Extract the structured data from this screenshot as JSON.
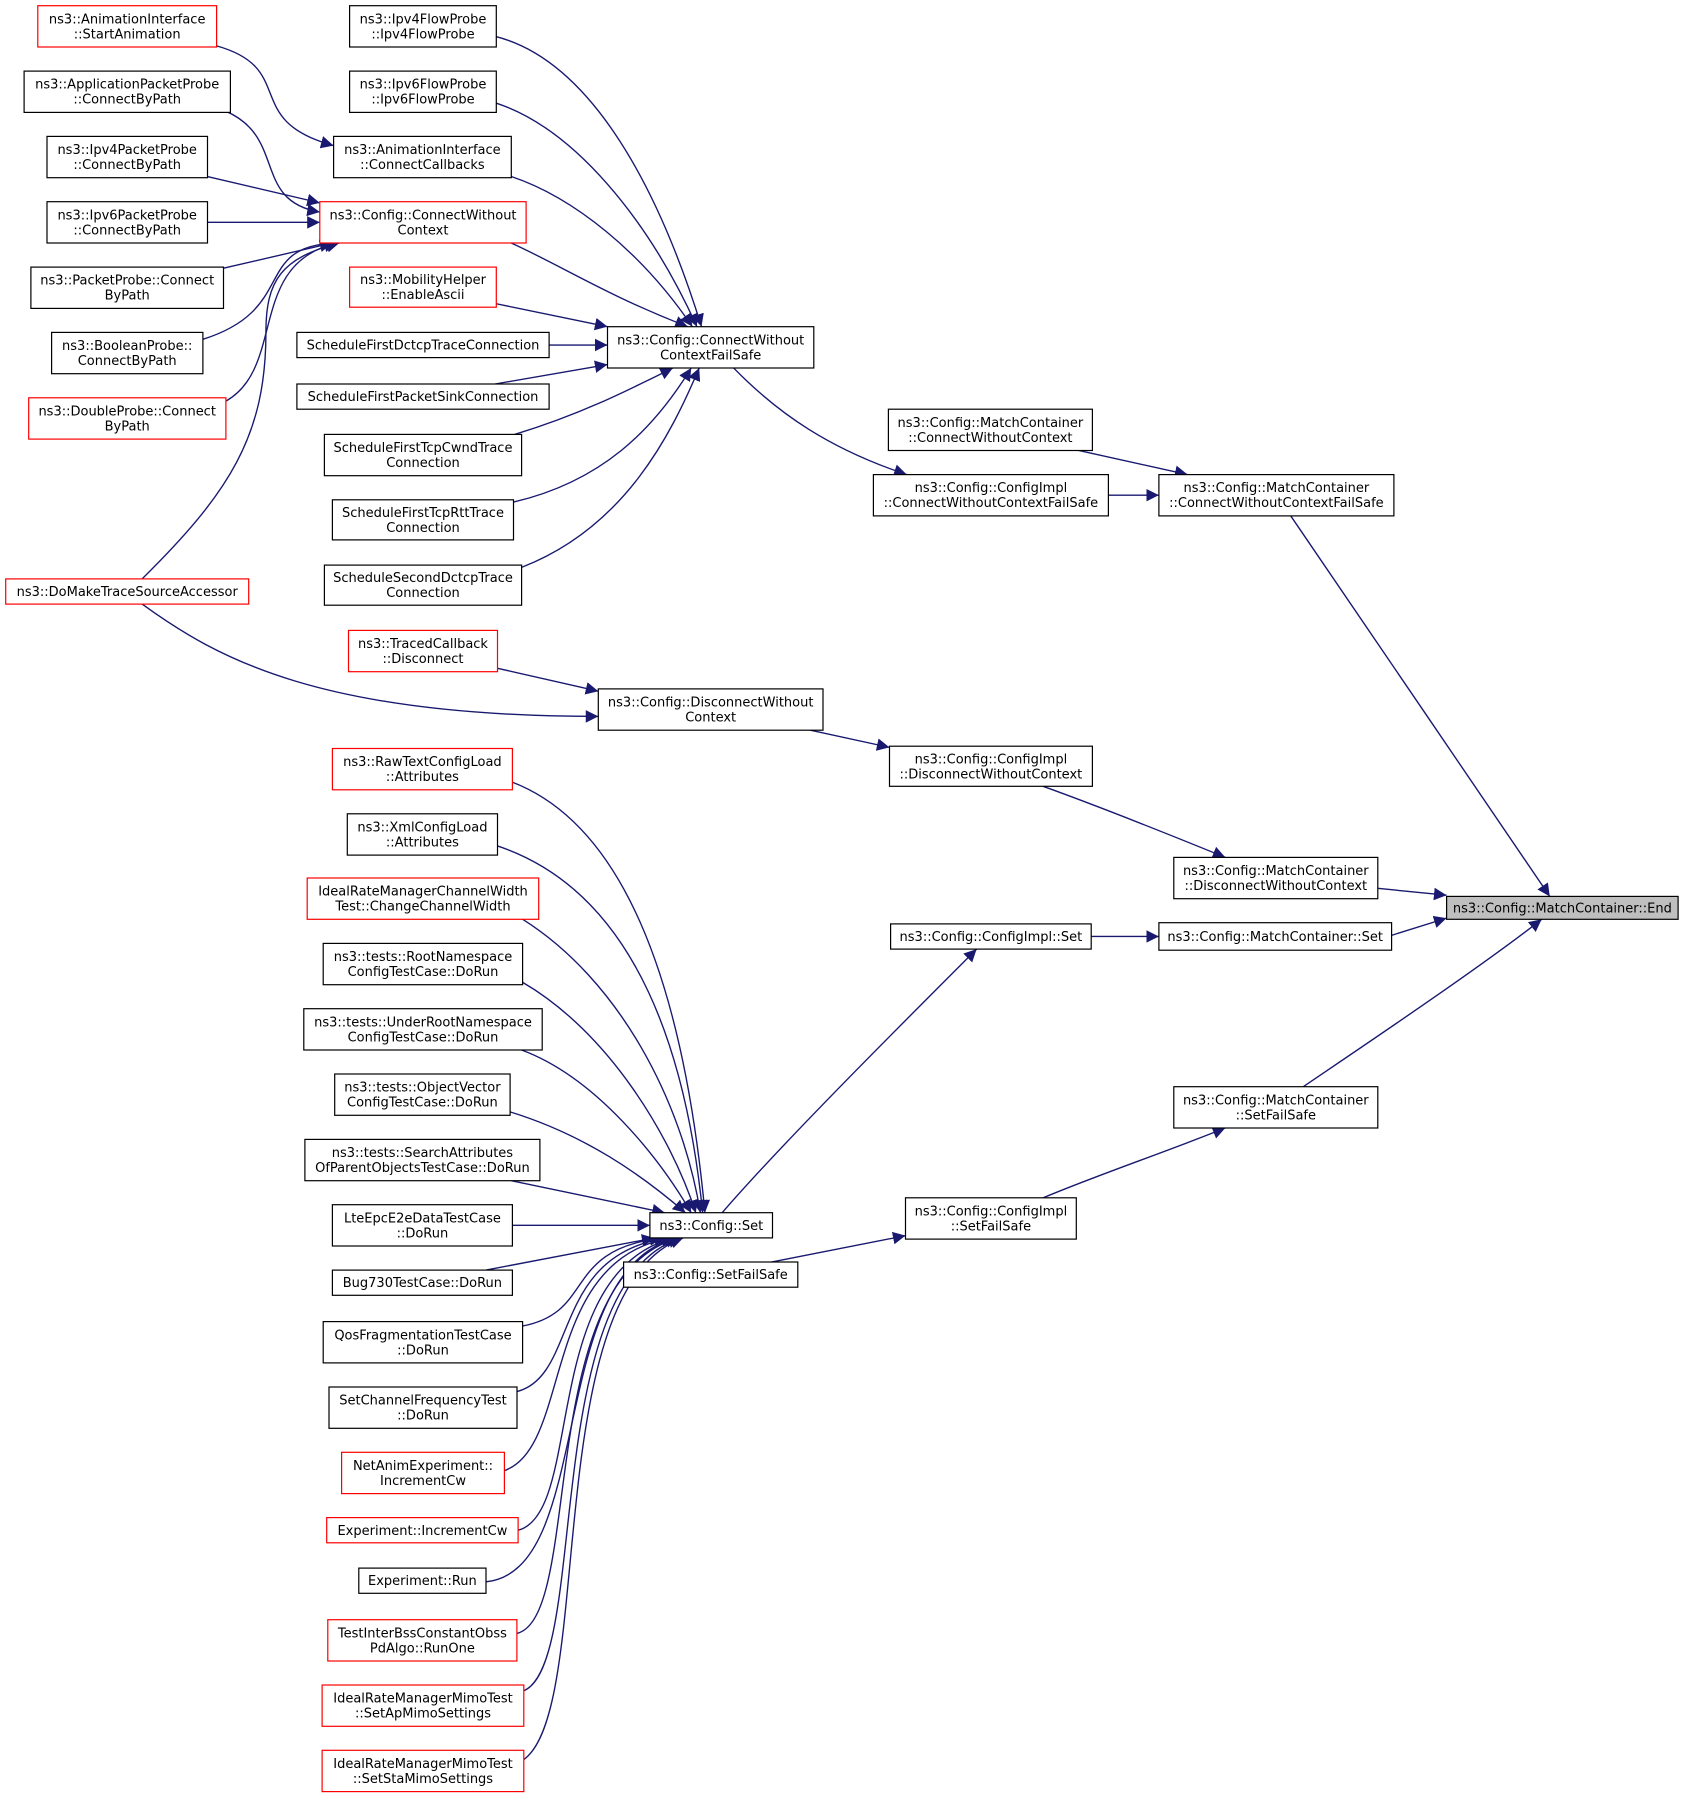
{
  "colors": {
    "edge": "#191970",
    "node_border": "#000000",
    "node_border_link": "#ff0000",
    "node_fill": "#ffffff",
    "focus_fill": "#bfbfbf"
  },
  "nodes": {
    "end": {
      "lines": [
        "ns3::Config::MatchContainer::End"
      ],
      "style": "focus"
    },
    "mc_cwcfs": {
      "lines": [
        "ns3::Config::MatchContainer",
        "::ConnectWithoutContextFailSafe"
      ],
      "style": "black"
    },
    "mc_dwc": {
      "lines": [
        "ns3::Config::MatchContainer",
        "::DisconnectWithoutContext"
      ],
      "style": "black"
    },
    "mc_set": {
      "lines": [
        "ns3::Config::MatchContainer::Set"
      ],
      "style": "black"
    },
    "mc_sfs": {
      "lines": [
        "ns3::Config::MatchContainer",
        "::SetFailSafe"
      ],
      "style": "black"
    },
    "mc_cwc": {
      "lines": [
        "ns3::Config::MatchContainer",
        "::ConnectWithoutContext"
      ],
      "style": "black"
    },
    "ci_cwcfs": {
      "lines": [
        "ns3::Config::ConfigImpl",
        "::ConnectWithoutContextFailSafe"
      ],
      "style": "black"
    },
    "ci_dwc": {
      "lines": [
        "ns3::Config::ConfigImpl",
        "::DisconnectWithoutContext"
      ],
      "style": "black"
    },
    "ci_set": {
      "lines": [
        "ns3::Config::ConfigImpl::Set"
      ],
      "style": "black"
    },
    "ci_sfs": {
      "lines": [
        "ns3::Config::ConfigImpl",
        "::SetFailSafe"
      ],
      "style": "black"
    },
    "cfg_cwcfs": {
      "lines": [
        "ns3::Config::ConnectWithout",
        "ContextFailSafe"
      ],
      "style": "black"
    },
    "cfg_dwc": {
      "lines": [
        "ns3::Config::DisconnectWithout",
        "Context"
      ],
      "style": "black"
    },
    "cfg_set": {
      "lines": [
        "ns3::Config::Set"
      ],
      "style": "black"
    },
    "cfg_sfs": {
      "lines": [
        "ns3::Config::SetFailSafe"
      ],
      "style": "black"
    },
    "cfg_cwc": {
      "lines": [
        "ns3::Config::ConnectWithout",
        "Context"
      ],
      "style": "red"
    },
    "ipv4flow": {
      "lines": [
        "ns3::Ipv4FlowProbe",
        "::Ipv4FlowProbe"
      ],
      "style": "black"
    },
    "ipv6flow": {
      "lines": [
        "ns3::Ipv6FlowProbe",
        "::Ipv6FlowProbe"
      ],
      "style": "black"
    },
    "anim_cc": {
      "lines": [
        "ns3::AnimationInterface",
        "::ConnectCallbacks"
      ],
      "style": "black"
    },
    "mob_ascii": {
      "lines": [
        "ns3::MobilityHelper",
        "::EnableAscii"
      ],
      "style": "red"
    },
    "sf_dctcp": {
      "lines": [
        "ScheduleFirstDctcpTraceConnection"
      ],
      "style": "black"
    },
    "sf_sink": {
      "lines": [
        "ScheduleFirstPacketSinkConnection"
      ],
      "style": "black"
    },
    "sf_cwnd": {
      "lines": [
        "ScheduleFirstTcpCwndTrace",
        "Connection"
      ],
      "style": "black"
    },
    "sf_rtt": {
      "lines": [
        "ScheduleFirstTcpRttTrace",
        "Connection"
      ],
      "style": "black"
    },
    "ss_dctcp": {
      "lines": [
        "ScheduleSecondDctcpTrace",
        "Connection"
      ],
      "style": "black"
    },
    "anim_start": {
      "lines": [
        "ns3::AnimationInterface",
        "::StartAnimation"
      ],
      "style": "red"
    },
    "app_probe": {
      "lines": [
        "ns3::ApplicationPacketProbe",
        "::ConnectByPath"
      ],
      "style": "black"
    },
    "ipv4_probe": {
      "lines": [
        "ns3::Ipv4PacketProbe",
        "::ConnectByPath"
      ],
      "style": "black"
    },
    "ipv6_probe": {
      "lines": [
        "ns3::Ipv6PacketProbe",
        "::ConnectByPath"
      ],
      "style": "black"
    },
    "pkt_probe": {
      "lines": [
        "ns3::PacketProbe::Connect",
        "ByPath"
      ],
      "style": "black"
    },
    "bool_probe": {
      "lines": [
        "ns3::BooleanProbe::",
        "ConnectByPath"
      ],
      "style": "black"
    },
    "dbl_probe": {
      "lines": [
        "ns3::DoubleProbe::Connect",
        "ByPath"
      ],
      "style": "red"
    },
    "domake": {
      "lines": [
        "ns3::DoMakeTraceSourceAccessor"
      ],
      "style": "red"
    },
    "traced_disc": {
      "lines": [
        "ns3::TracedCallback",
        "::Disconnect"
      ],
      "style": "red"
    },
    "raw_load": {
      "lines": [
        "ns3::RawTextConfigLoad",
        "::Attributes"
      ],
      "style": "red"
    },
    "xml_load": {
      "lines": [
        "ns3::XmlConfigLoad",
        "::Attributes"
      ],
      "style": "black"
    },
    "ideal_cw": {
      "lines": [
        "IdealRateManagerChannelWidth",
        "Test::ChangeChannelWidth"
      ],
      "style": "red"
    },
    "t_root": {
      "lines": [
        "ns3::tests::RootNamespace",
        "ConfigTestCase::DoRun"
      ],
      "style": "black"
    },
    "t_under": {
      "lines": [
        "ns3::tests::UnderRootNamespace",
        "ConfigTestCase::DoRun"
      ],
      "style": "black"
    },
    "t_objvec": {
      "lines": [
        "ns3::tests::ObjectVector",
        "ConfigTestCase::DoRun"
      ],
      "style": "black"
    },
    "t_search": {
      "lines": [
        "ns3::tests::SearchAttributes",
        "OfParentObjectsTestCase::DoRun"
      ],
      "style": "black"
    },
    "lte": {
      "lines": [
        "LteEpcE2eDataTestCase",
        "::DoRun"
      ],
      "style": "black"
    },
    "bug730": {
      "lines": [
        "Bug730TestCase::DoRun"
      ],
      "style": "black"
    },
    "qos": {
      "lines": [
        "QosFragmentationTestCase",
        "::DoRun"
      ],
      "style": "black"
    },
    "setchan": {
      "lines": [
        "SetChannelFrequencyTest",
        "::DoRun"
      ],
      "style": "black"
    },
    "netanim": {
      "lines": [
        "NetAnimExperiment::",
        "IncrementCw"
      ],
      "style": "red"
    },
    "exp_inc": {
      "lines": [
        "Experiment::IncrementCw"
      ],
      "style": "red"
    },
    "exp_run": {
      "lines": [
        "Experiment::Run"
      ],
      "style": "black"
    },
    "obss": {
      "lines": [
        "TestInterBssConstantObss",
        "PdAlgo::RunOne"
      ],
      "style": "red"
    },
    "ap_mimo": {
      "lines": [
        "IdealRateManagerMimoTest",
        "::SetApMimoSettings"
      ],
      "style": "red"
    },
    "sta_mimo": {
      "lines": [
        "IdealRateManagerMimoTest",
        "::SetStaMimoSettings"
      ],
      "style": "red"
    }
  }
}
